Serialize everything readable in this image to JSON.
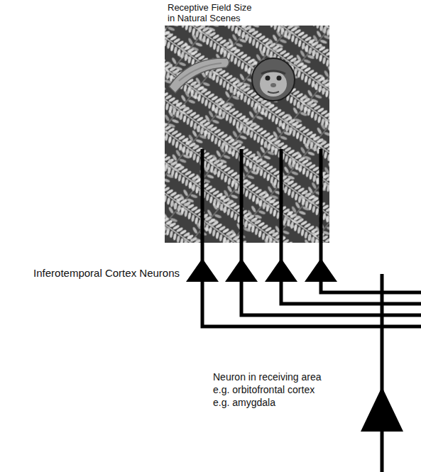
{
  "diagram": {
    "labels": [
      "Receptive Field Size in Natural Scenes",
      "Inferotemporal Cortex Neurons",
      "Neuron in receiving area e.g. orbitofrontal cortex e.g. amygdala"
    ]
  }
}
